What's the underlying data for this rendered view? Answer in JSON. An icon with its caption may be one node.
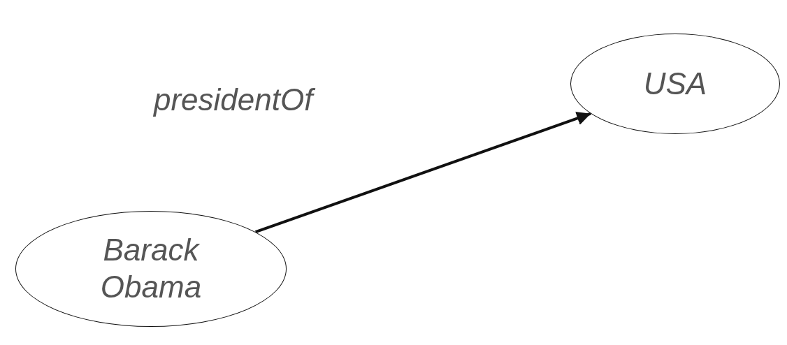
{
  "diagram": {
    "nodes": [
      {
        "text": [
          "Barack Obama"
        ]
      },
      {
        "text": [
          "USA"
        ]
      }
    ],
    "edges": [
      {
        "from": 0,
        "to": 1,
        "arrow": "to",
        "label": "presidentOf"
      }
    ]
  }
}
